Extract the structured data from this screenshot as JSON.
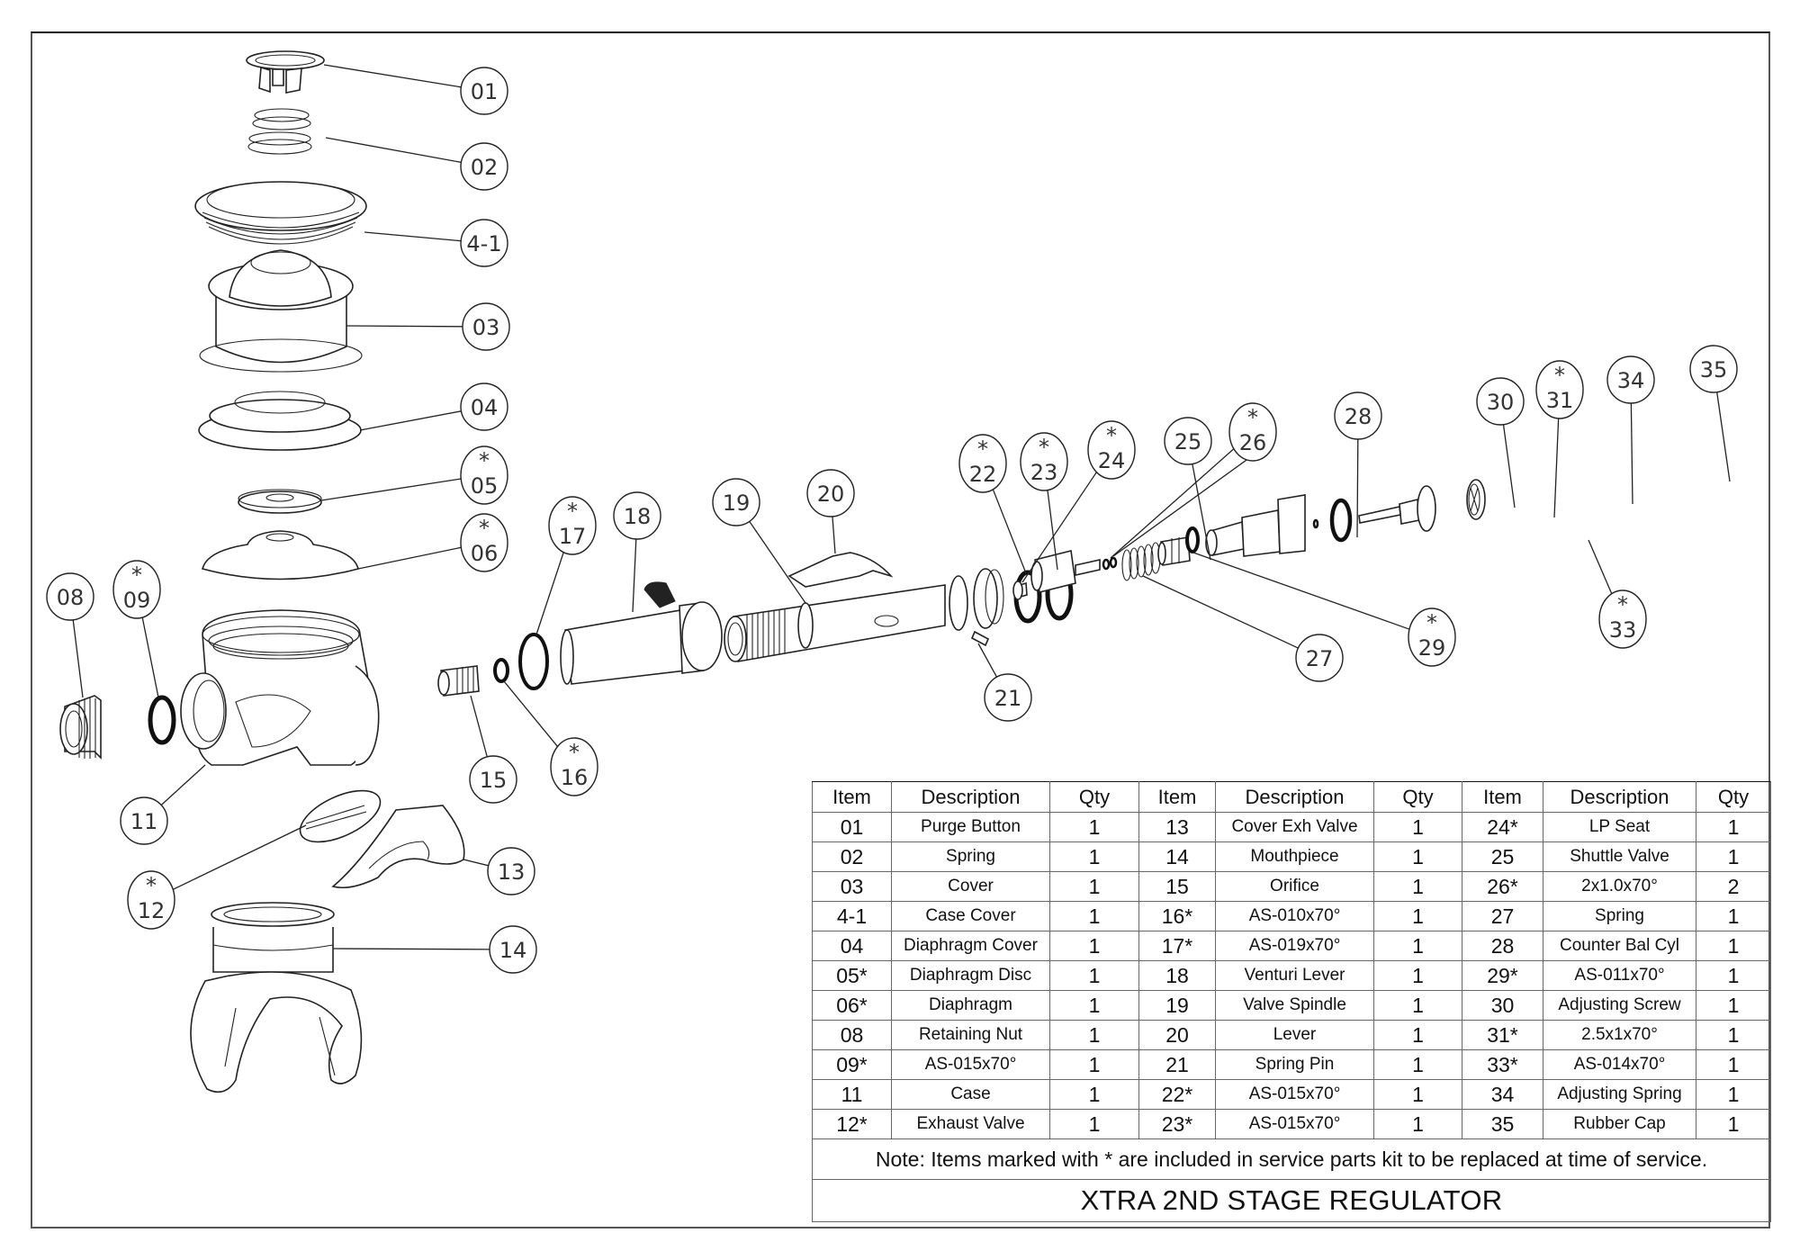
{
  "drawing": {
    "title": "XTRA 2ND STAGE REGULATOR",
    "note": "Note:  Items marked with * are included in service parts kit to be replaced at time of service.",
    "callouts": [
      {
        "id": "01",
        "starred": false
      },
      {
        "id": "02",
        "starred": false
      },
      {
        "id": "4-1",
        "starred": false
      },
      {
        "id": "03",
        "starred": false
      },
      {
        "id": "04",
        "starred": false
      },
      {
        "id": "05",
        "starred": true
      },
      {
        "id": "06",
        "starred": true
      },
      {
        "id": "08",
        "starred": false
      },
      {
        "id": "09",
        "starred": true
      },
      {
        "id": "11",
        "starred": false
      },
      {
        "id": "12",
        "starred": true
      },
      {
        "id": "13",
        "starred": false
      },
      {
        "id": "14",
        "starred": false
      },
      {
        "id": "15",
        "starred": false
      },
      {
        "id": "16",
        "starred": true
      },
      {
        "id": "17",
        "starred": true
      },
      {
        "id": "18",
        "starred": false
      },
      {
        "id": "19",
        "starred": false
      },
      {
        "id": "20",
        "starred": false
      },
      {
        "id": "21",
        "starred": false
      },
      {
        "id": "22",
        "starred": true
      },
      {
        "id": "23",
        "starred": true
      },
      {
        "id": "24",
        "starred": true
      },
      {
        "id": "25",
        "starred": false
      },
      {
        "id": "26",
        "starred": true
      },
      {
        "id": "27",
        "starred": false
      },
      {
        "id": "28",
        "starred": false
      },
      {
        "id": "29",
        "starred": true
      },
      {
        "id": "30",
        "starred": false
      },
      {
        "id": "31",
        "starred": true
      },
      {
        "id": "33",
        "starred": true
      },
      {
        "id": "34",
        "starred": false
      },
      {
        "id": "35",
        "starred": false
      }
    ],
    "star_glyph": "*"
  },
  "table": {
    "headers": [
      "Item",
      "Description",
      "Qty",
      "Item",
      "Description",
      "Qty",
      "Item",
      "Description",
      "Qty"
    ],
    "rows": [
      [
        [
          "01",
          "Purge Button",
          "1"
        ],
        [
          "13",
          "Cover Exh Valve",
          "1"
        ],
        [
          "24*",
          "LP Seat",
          "1"
        ]
      ],
      [
        [
          "02",
          "Spring",
          "1"
        ],
        [
          "14",
          "Mouthpiece",
          "1"
        ],
        [
          "25",
          "Shuttle Valve",
          "1"
        ]
      ],
      [
        [
          "03",
          "Cover",
          "1"
        ],
        [
          "15",
          "Orifice",
          "1"
        ],
        [
          "26*",
          "2x1.0x70°",
          "2"
        ]
      ],
      [
        [
          "4-1",
          "Case Cover",
          "1"
        ],
        [
          "16*",
          "AS-010x70°",
          "1"
        ],
        [
          "27",
          "Spring",
          "1"
        ]
      ],
      [
        [
          "04",
          "Diaphragm Cover",
          "1"
        ],
        [
          "17*",
          "AS-019x70°",
          "1"
        ],
        [
          "28",
          "Counter Bal Cyl",
          "1"
        ]
      ],
      [
        [
          "05*",
          "Diaphragm Disc",
          "1"
        ],
        [
          "18",
          "Venturi Lever",
          "1"
        ],
        [
          "29*",
          "AS-011x70°",
          "1"
        ]
      ],
      [
        [
          "06*",
          "Diaphragm",
          "1"
        ],
        [
          "19",
          "Valve Spindle",
          "1"
        ],
        [
          "30",
          "Adjusting Screw",
          "1"
        ]
      ],
      [
        [
          "08",
          "Retaining Nut",
          "1"
        ],
        [
          "20",
          "Lever",
          "1"
        ],
        [
          "31*",
          "2.5x1x70°",
          "1"
        ]
      ],
      [
        [
          "09*",
          "AS-015x70°",
          "1"
        ],
        [
          "21",
          "Spring Pin",
          "1"
        ],
        [
          "33*",
          "AS-014x70°",
          "1"
        ]
      ],
      [
        [
          "11",
          "Case",
          "1"
        ],
        [
          "22*",
          "AS-015x70°",
          "1"
        ],
        [
          "34",
          "Adjusting Spring",
          "1"
        ]
      ],
      [
        [
          "12*",
          "Exhaust Valve",
          "1"
        ],
        [
          "23*",
          "AS-015x70°",
          "1"
        ],
        [
          "35",
          "Rubber Cap",
          "1"
        ]
      ]
    ]
  }
}
